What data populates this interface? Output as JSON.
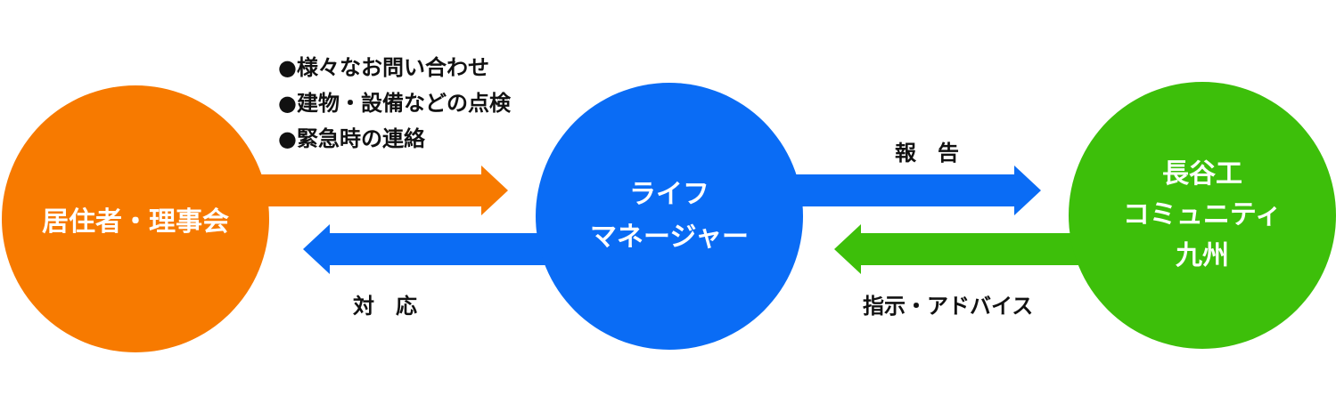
{
  "nodes": {
    "residents": {
      "label": "居住者・理事会",
      "color": "#F77A00"
    },
    "life_manager": {
      "line1": "ライフ",
      "line2": "マネージャー",
      "color": "#0A6CF5"
    },
    "hasetech": {
      "line1": "長谷工",
      "line2": "コミュニティ",
      "line3": "九州",
      "color": "#3DBF0A"
    }
  },
  "requests": [
    "●様々なお問い合わせ",
    "●建物・設備などの点検",
    "●緊急時の連絡"
  ],
  "edges": {
    "response": "対　応",
    "report": "報　告",
    "instruction": "指示・アドバイス"
  }
}
